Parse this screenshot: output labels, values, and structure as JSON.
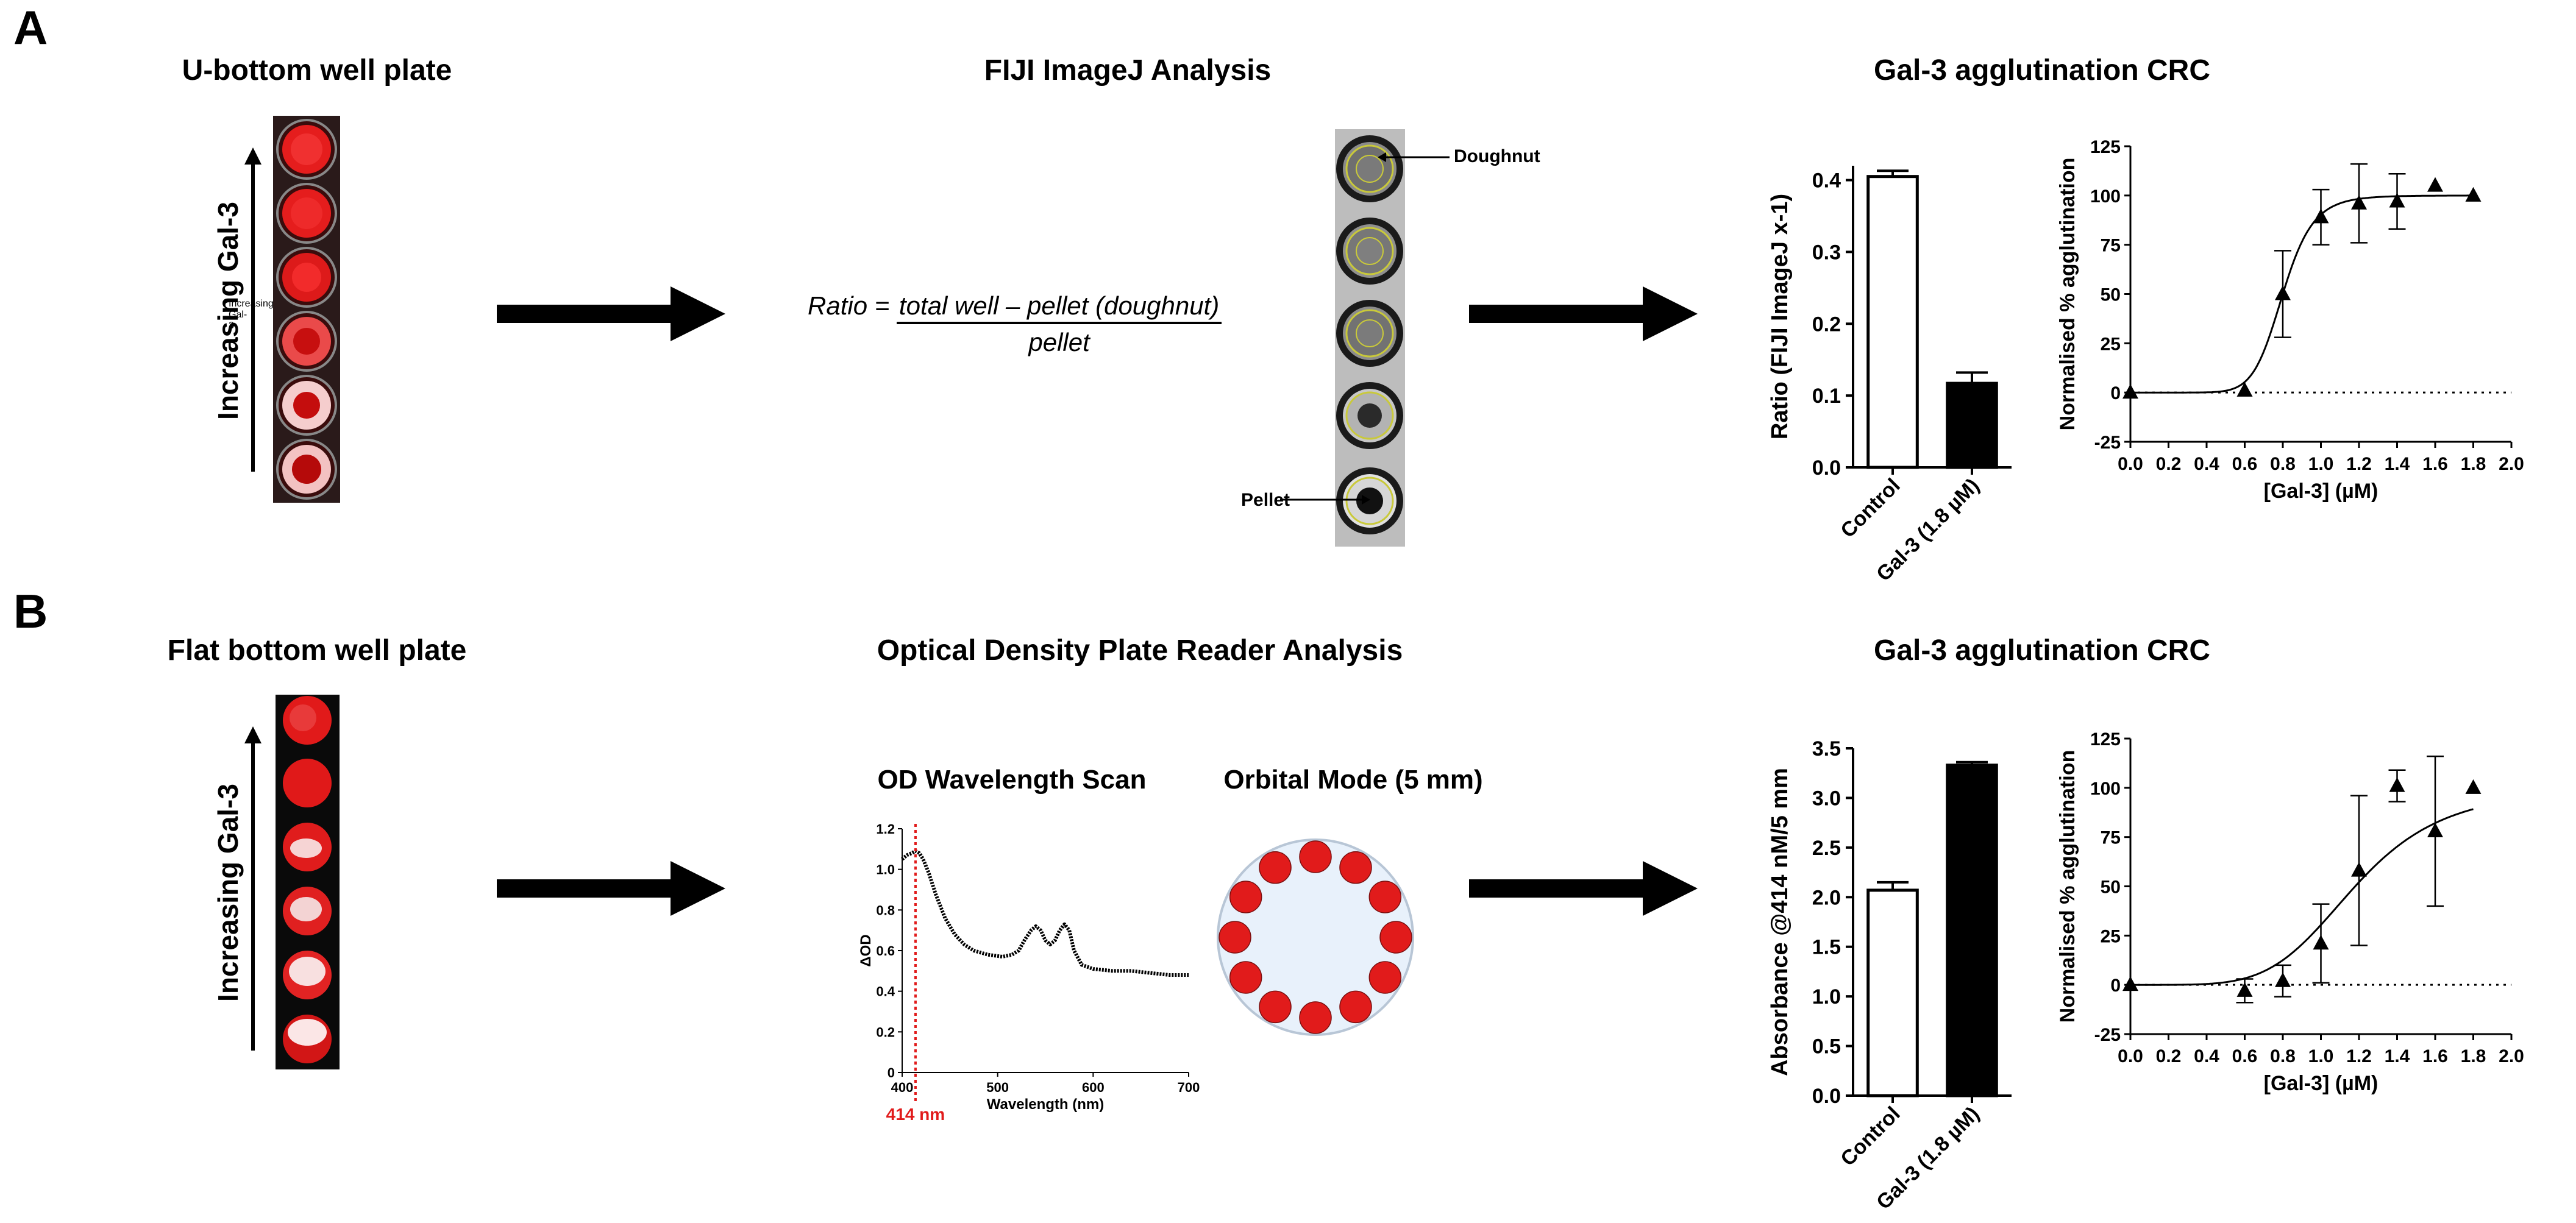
{
  "colors": {
    "well_red": "#e31c1c",
    "marker_red": "#e11b1b",
    "bar_black": "#000000",
    "bar_white": "#ffffff",
    "orbital_fill": "#e8f1fb"
  },
  "panel_a": {
    "letter": "A",
    "plate_title": "U-bottom well plate",
    "gradient_label": "Increasing Gal-3",
    "analysis_title": "FIJI ImageJ Analysis",
    "formula": {
      "lhs": "Ratio = ",
      "numerator": "total well – pellet (doughnut)",
      "denominator": "pellet"
    },
    "doughnut_label": "Doughnut",
    "pellet_label": "Pellet",
    "results_title": "Gal-3 agglutination CRC"
  },
  "panel_b": {
    "letter": "B",
    "plate_title": "Flat bottom well plate",
    "gradient_label": "Increasing Gal-3",
    "analysis_title": "Optical Density Plate Reader Analysis",
    "scan_title": "OD Wavelength Scan",
    "orbital_title": "Orbital Mode (5 mm)",
    "scan_marker_label": "414 nm",
    "results_title": "Gal-3 agglutination CRC"
  },
  "chart_data": [
    {
      "id": "a_bar",
      "type": "bar",
      "categories": [
        "Control",
        "Gal-3 (1.8 µM)"
      ],
      "values": [
        0.405,
        0.117
      ],
      "errors": [
        0.008,
        0.015
      ],
      "fills": [
        "#ffffff",
        "#000000"
      ],
      "ylabel": "Ratio (FIJI ImageJ x-1)",
      "ylim": [
        0,
        0.42
      ],
      "yticks": [
        0.0,
        0.1,
        0.2,
        0.3,
        0.4
      ],
      "ytick_labels": [
        "0.0",
        "0.1",
        "0.2",
        "0.3",
        "0.4"
      ]
    },
    {
      "id": "a_crc",
      "type": "scatter",
      "xlabel": "[Gal-3] (µM)",
      "ylabel": "Normalised % agglutination",
      "xlim": [
        0,
        2.0
      ],
      "ylim": [
        -25,
        125
      ],
      "xticks": [
        0,
        0.2,
        0.4,
        0.6,
        0.8,
        1.0,
        1.2,
        1.4,
        1.6,
        1.8,
        2.0
      ],
      "xtick_labels": [
        "0.0",
        "0.2",
        "0.4",
        "0.6",
        "0.8",
        "1.0",
        "1.2",
        "1.4",
        "1.6",
        "1.8",
        "2.0"
      ],
      "yticks": [
        -25,
        0,
        25,
        50,
        75,
        100,
        125
      ],
      "ytick_labels": [
        "-25",
        "0",
        "25",
        "50",
        "75",
        "100",
        "125"
      ],
      "points": [
        {
          "x": 0.0,
          "y": 0,
          "err": 0
        },
        {
          "x": 0.6,
          "y": 1,
          "err": 0
        },
        {
          "x": 0.8,
          "y": 50,
          "err": 22
        },
        {
          "x": 1.0,
          "y": 89,
          "err": 14
        },
        {
          "x": 1.2,
          "y": 96,
          "err": 20
        },
        {
          "x": 1.4,
          "y": 97,
          "err": 14
        },
        {
          "x": 1.6,
          "y": 105,
          "err": 0
        },
        {
          "x": 1.8,
          "y": 100,
          "err": 0
        }
      ],
      "fit": {
        "bottom": 0,
        "top": 100,
        "ec50": 0.8,
        "hill": 10
      },
      "zero_line": true
    },
    {
      "id": "b_scan",
      "type": "line",
      "xlabel": "Wavelength (nm)",
      "ylabel": "ΔOD",
      "xlim": [
        400,
        700
      ],
      "ylim": [
        0,
        1.2
      ],
      "xticks": [
        400,
        500,
        600,
        700
      ],
      "xtick_labels": [
        "400",
        "500",
        "600",
        "700"
      ],
      "yticks": [
        0,
        0.2,
        0.4,
        0.6,
        0.8,
        1.0,
        1.2
      ],
      "ytick_labels": [
        "0",
        "0.2",
        "0.4",
        "0.6",
        "0.8",
        "1.0",
        "1.2"
      ],
      "x": [
        400,
        405,
        410,
        414,
        418,
        422,
        428,
        435,
        445,
        455,
        465,
        475,
        490,
        505,
        515,
        522,
        528,
        535,
        540,
        545,
        550,
        555,
        560,
        565,
        570,
        575,
        580,
        588,
        600,
        620,
        640,
        660,
        680,
        700
      ],
      "y": [
        1.05,
        1.07,
        1.08,
        1.09,
        1.08,
        1.05,
        0.98,
        0.88,
        0.76,
        0.68,
        0.63,
        0.6,
        0.58,
        0.57,
        0.58,
        0.6,
        0.65,
        0.7,
        0.72,
        0.7,
        0.65,
        0.63,
        0.65,
        0.7,
        0.73,
        0.7,
        0.6,
        0.53,
        0.51,
        0.5,
        0.5,
        0.49,
        0.48,
        0.48
      ],
      "marker_x": 414
    },
    {
      "id": "b_bar",
      "type": "bar",
      "categories": [
        "Control",
        "Gal-3 (1.8 µM)"
      ],
      "values": [
        2.07,
        3.33
      ],
      "errors": [
        0.08,
        0.03
      ],
      "fills": [
        "#ffffff",
        "#000000"
      ],
      "ylabel": "Absorbance @414 nM/5 mm",
      "ylim": [
        0,
        3.5
      ],
      "yticks": [
        0,
        0.5,
        1.0,
        1.5,
        2.0,
        2.5,
        3.0,
        3.5
      ],
      "ytick_labels": [
        "0.0",
        "0.5",
        "1.0",
        "1.5",
        "2.0",
        "2.5",
        "3.0",
        "3.5"
      ]
    },
    {
      "id": "b_crc",
      "type": "scatter",
      "xlabel": "[Gal-3] (µM)",
      "ylabel": "Normalised % agglutination",
      "xlim": [
        0,
        2.0
      ],
      "ylim": [
        -25,
        125
      ],
      "xticks": [
        0,
        0.2,
        0.4,
        0.6,
        0.8,
        1.0,
        1.2,
        1.4,
        1.6,
        1.8,
        2.0
      ],
      "xtick_labels": [
        "0.0",
        "0.2",
        "0.4",
        "0.6",
        "0.8",
        "1.0",
        "1.2",
        "1.4",
        "1.6",
        "1.8",
        "2.0"
      ],
      "yticks": [
        -25,
        0,
        25,
        50,
        75,
        100,
        125
      ],
      "ytick_labels": [
        "-25",
        "0",
        "25",
        "50",
        "75",
        "100",
        "125"
      ],
      "points": [
        {
          "x": 0.0,
          "y": 0,
          "err": 0
        },
        {
          "x": 0.6,
          "y": -3,
          "err": 6
        },
        {
          "x": 0.8,
          "y": 2,
          "err": 8
        },
        {
          "x": 1.0,
          "y": 21,
          "err": 20
        },
        {
          "x": 1.2,
          "y": 58,
          "err": 38
        },
        {
          "x": 1.4,
          "y": 101,
          "err": 8
        },
        {
          "x": 1.6,
          "y": 78,
          "err": 38
        },
        {
          "x": 1.8,
          "y": 100,
          "err": 0
        }
      ],
      "fit": {
        "bottom": 0,
        "top": 100,
        "ec50": 1.18,
        "hill": 5
      },
      "zero_line": true
    }
  ]
}
